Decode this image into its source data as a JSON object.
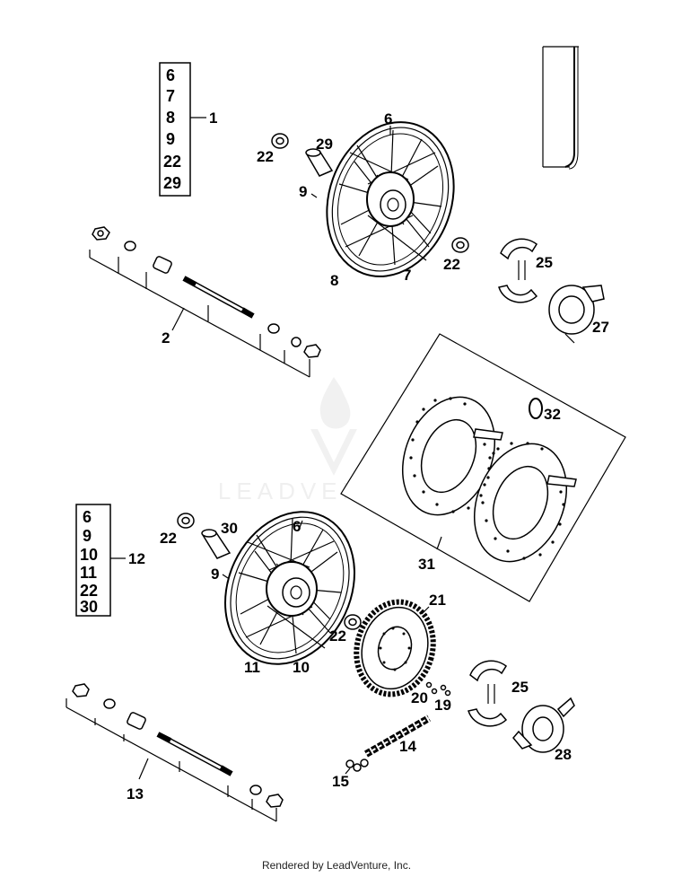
{
  "kit_front": {
    "items": [
      "6",
      "7",
      "8",
      "9",
      "22",
      "29"
    ],
    "ref": "1"
  },
  "kit_rear": {
    "items": [
      "6",
      "9",
      "10",
      "11",
      "22",
      "30"
    ],
    "ref": "12"
  },
  "callouts": {
    "c2": "2",
    "c6a": "6",
    "c29": "29",
    "c22a": "22",
    "c9a": "9",
    "c8": "8",
    "c7": "7",
    "c22b": "22",
    "c25a": "25",
    "c27": "27",
    "c32": "32",
    "c31": "31",
    "c22c": "22",
    "c30": "30",
    "c6b": "6",
    "c9b": "9",
    "c11": "11",
    "c10": "10",
    "c22d": "22",
    "c21": "21",
    "c20": "20",
    "c19": "19",
    "c25b": "25",
    "c14": "14",
    "c15": "15",
    "c13": "13",
    "c28": "28"
  },
  "watermark": "LEADVENTURE",
  "footer": "Rendered by LeadVenture, Inc."
}
